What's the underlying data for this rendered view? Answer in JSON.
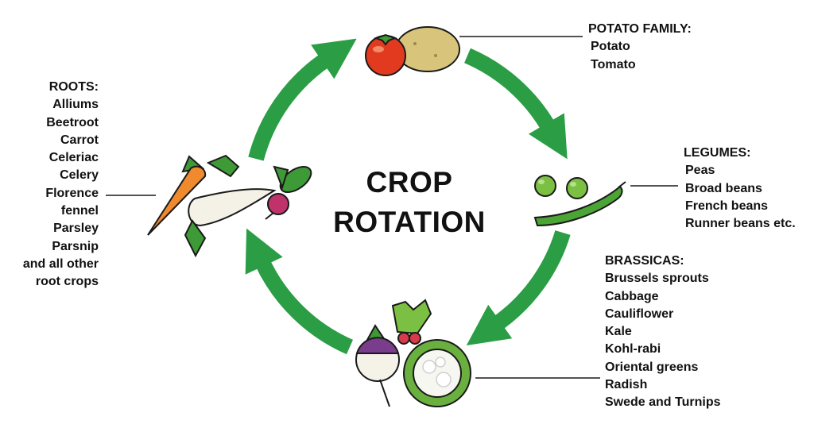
{
  "title": {
    "line1": "CROP",
    "line2": "ROTATION"
  },
  "groups": {
    "roots": {
      "heading": "ROOTS:",
      "items": [
        "Alliums",
        "Beetroot",
        "Carrot",
        "Celeriac",
        "Celery",
        "Florence",
        "fennel",
        "Parsley",
        "Parsnip",
        "and all other",
        "root crops"
      ]
    },
    "potato_family": {
      "heading": "POTATO FAMILY:",
      "items": [
        "Potato",
        "Tomato"
      ]
    },
    "legumes": {
      "heading": "LEGUMES:",
      "items": [
        "Peas",
        "Broad beans",
        "French beans",
        "Runner beans etc."
      ]
    },
    "brassicas": {
      "heading": "BRASSICAS:",
      "items": [
        "Brussels sprouts",
        "Cabbage",
        "Cauliflower",
        "Kale",
        "Kohl-rabi",
        "Oriental greens",
        "Radish",
        "Swede and Turnips"
      ]
    }
  },
  "colors": {
    "arrow": "#2a9d45",
    "text": "#111111",
    "leader": "#1a1a1a"
  },
  "icons": {
    "roots": "carrot-parsnip-beet-icon",
    "potato_family": "tomato-potato-icon",
    "legumes": "peas-pod-icon",
    "brassicas": "turnip-radish-cauliflower-icon"
  }
}
